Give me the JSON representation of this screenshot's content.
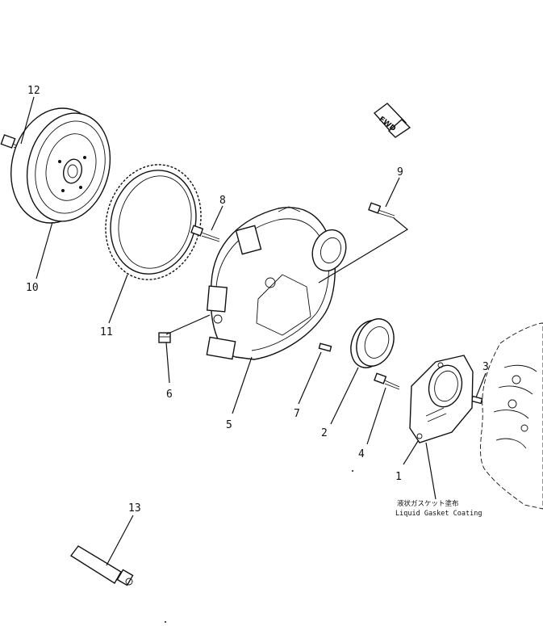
{
  "callouts": [
    "12",
    "10",
    "11",
    "8",
    "9",
    "6",
    "5",
    "7",
    "2",
    "4",
    "3",
    "1",
    "13"
  ],
  "fwd_label": "FWD",
  "note": {
    "jp": "液状ガスケット塗布",
    "en": "Liquid Gasket Coating"
  },
  "colors": {
    "ink": "#111111",
    "paper": "#ffffff"
  }
}
